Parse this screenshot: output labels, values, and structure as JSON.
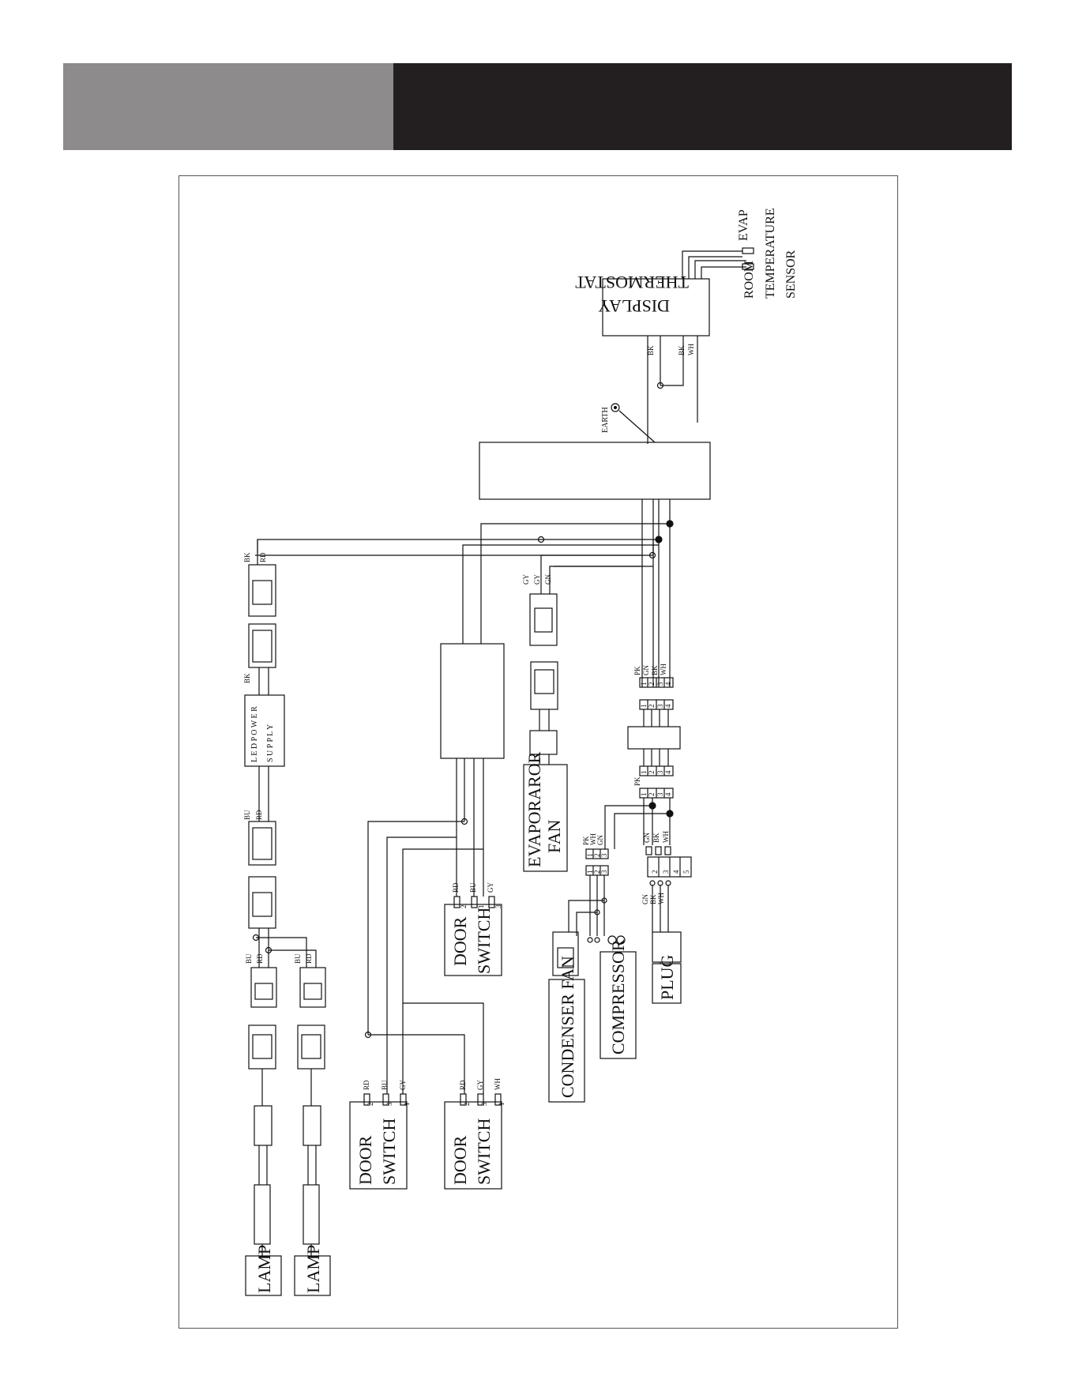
{
  "header": {
    "left_color": "#8d8b8c",
    "right_color": "#231f20"
  },
  "components": {
    "thermostat_line1": "THERMOSTAT",
    "thermostat_line2": "DISPLAY",
    "evap_sensor": "EVAP",
    "room_sensor_1": "ROOM",
    "room_sensor_2": "TEMPERATURE",
    "room_sensor_3": "SENSOR",
    "earth": "EARTH",
    "led_power_1": "L E D   P O W E R",
    "led_power_2": "S U P P L Y",
    "evap_fan_1": "EVAPORAROR",
    "evap_fan_2": "FAN",
    "door_switch_1": "DOOR",
    "door_switch_2": "SWITCH",
    "condenser_fan": "CONDENSER FAN",
    "compressor": "COMPRESSOR",
    "plug": "PLUG",
    "lamp": "LAMP"
  },
  "wires": {
    "bk": "BK",
    "rd": "RD",
    "bu": "BU",
    "gy": "GY",
    "gn": "GN",
    "wh": "WH",
    "pk": "PK"
  },
  "pins": {
    "p1": "1",
    "p2": "2",
    "p3": "3",
    "p4": "4",
    "p5": "5"
  }
}
